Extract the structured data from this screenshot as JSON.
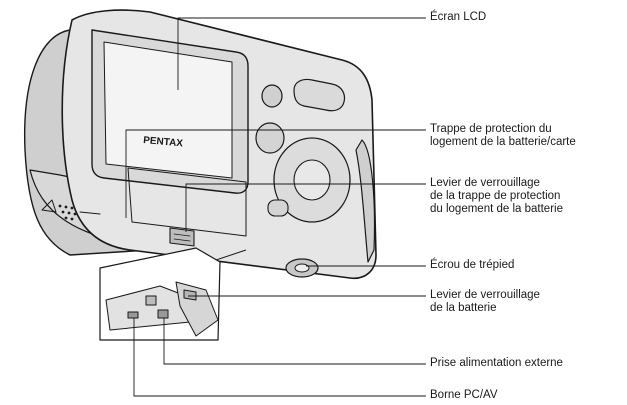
{
  "diagram": {
    "brand": "PENTAX",
    "callouts": {
      "lcd": "Écran LCD",
      "battery_door": [
        "Trappe de protection du",
        "logement de la batterie/carte"
      ],
      "door_lever": [
        "Levier de verrouillage",
        "de la trappe de protection",
        "du logement de la batterie"
      ],
      "tripod": "Écrou de trépied",
      "battery_lever": [
        "Levier de verrouillage",
        "de la batterie"
      ],
      "power_jack": "Prise alimentation externe",
      "pc_av": "Borne PC/AV"
    }
  }
}
